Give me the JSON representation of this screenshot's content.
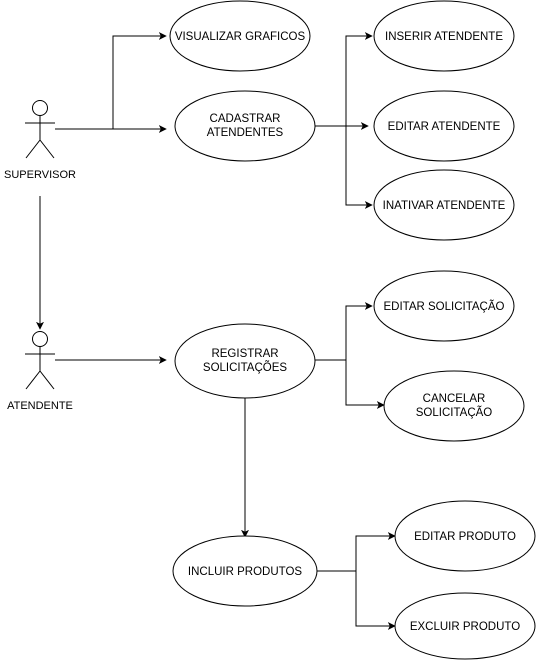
{
  "actors": {
    "supervisor": {
      "label": "SUPERVISOR"
    },
    "atendente": {
      "label": "ATENDENTE"
    }
  },
  "use_cases": {
    "visualizar_graficos": {
      "lines": [
        "VISUALIZAR GRAFICOS"
      ]
    },
    "cadastrar_atendentes": {
      "lines": [
        "CADASTRAR",
        "ATENDENTES"
      ]
    },
    "inserir_atendente": {
      "lines": [
        "INSERIR ATENDENTE"
      ]
    },
    "editar_atendente": {
      "lines": [
        "EDITAR ATENDENTE"
      ]
    },
    "inativar_atendente": {
      "lines": [
        "INATIVAR ATENDENTE"
      ]
    },
    "editar_solicitacao": {
      "lines": [
        "EDITAR SOLICITAÇÃO"
      ]
    },
    "registrar_solicitacoes": {
      "lines": [
        "REGISTRAR",
        "SOLICITAÇÕES"
      ]
    },
    "cancelar_solicitacao": {
      "lines": [
        "CANCELAR",
        "SOLICITAÇÃO"
      ]
    },
    "incluir_produtos": {
      "lines": [
        "INCLUIR PRODUTOS"
      ]
    },
    "editar_produto": {
      "lines": [
        "EDITAR PRODUTO"
      ]
    },
    "excluir_produto": {
      "lines": [
        "EXCLUIR PRODUTO"
      ]
    }
  }
}
